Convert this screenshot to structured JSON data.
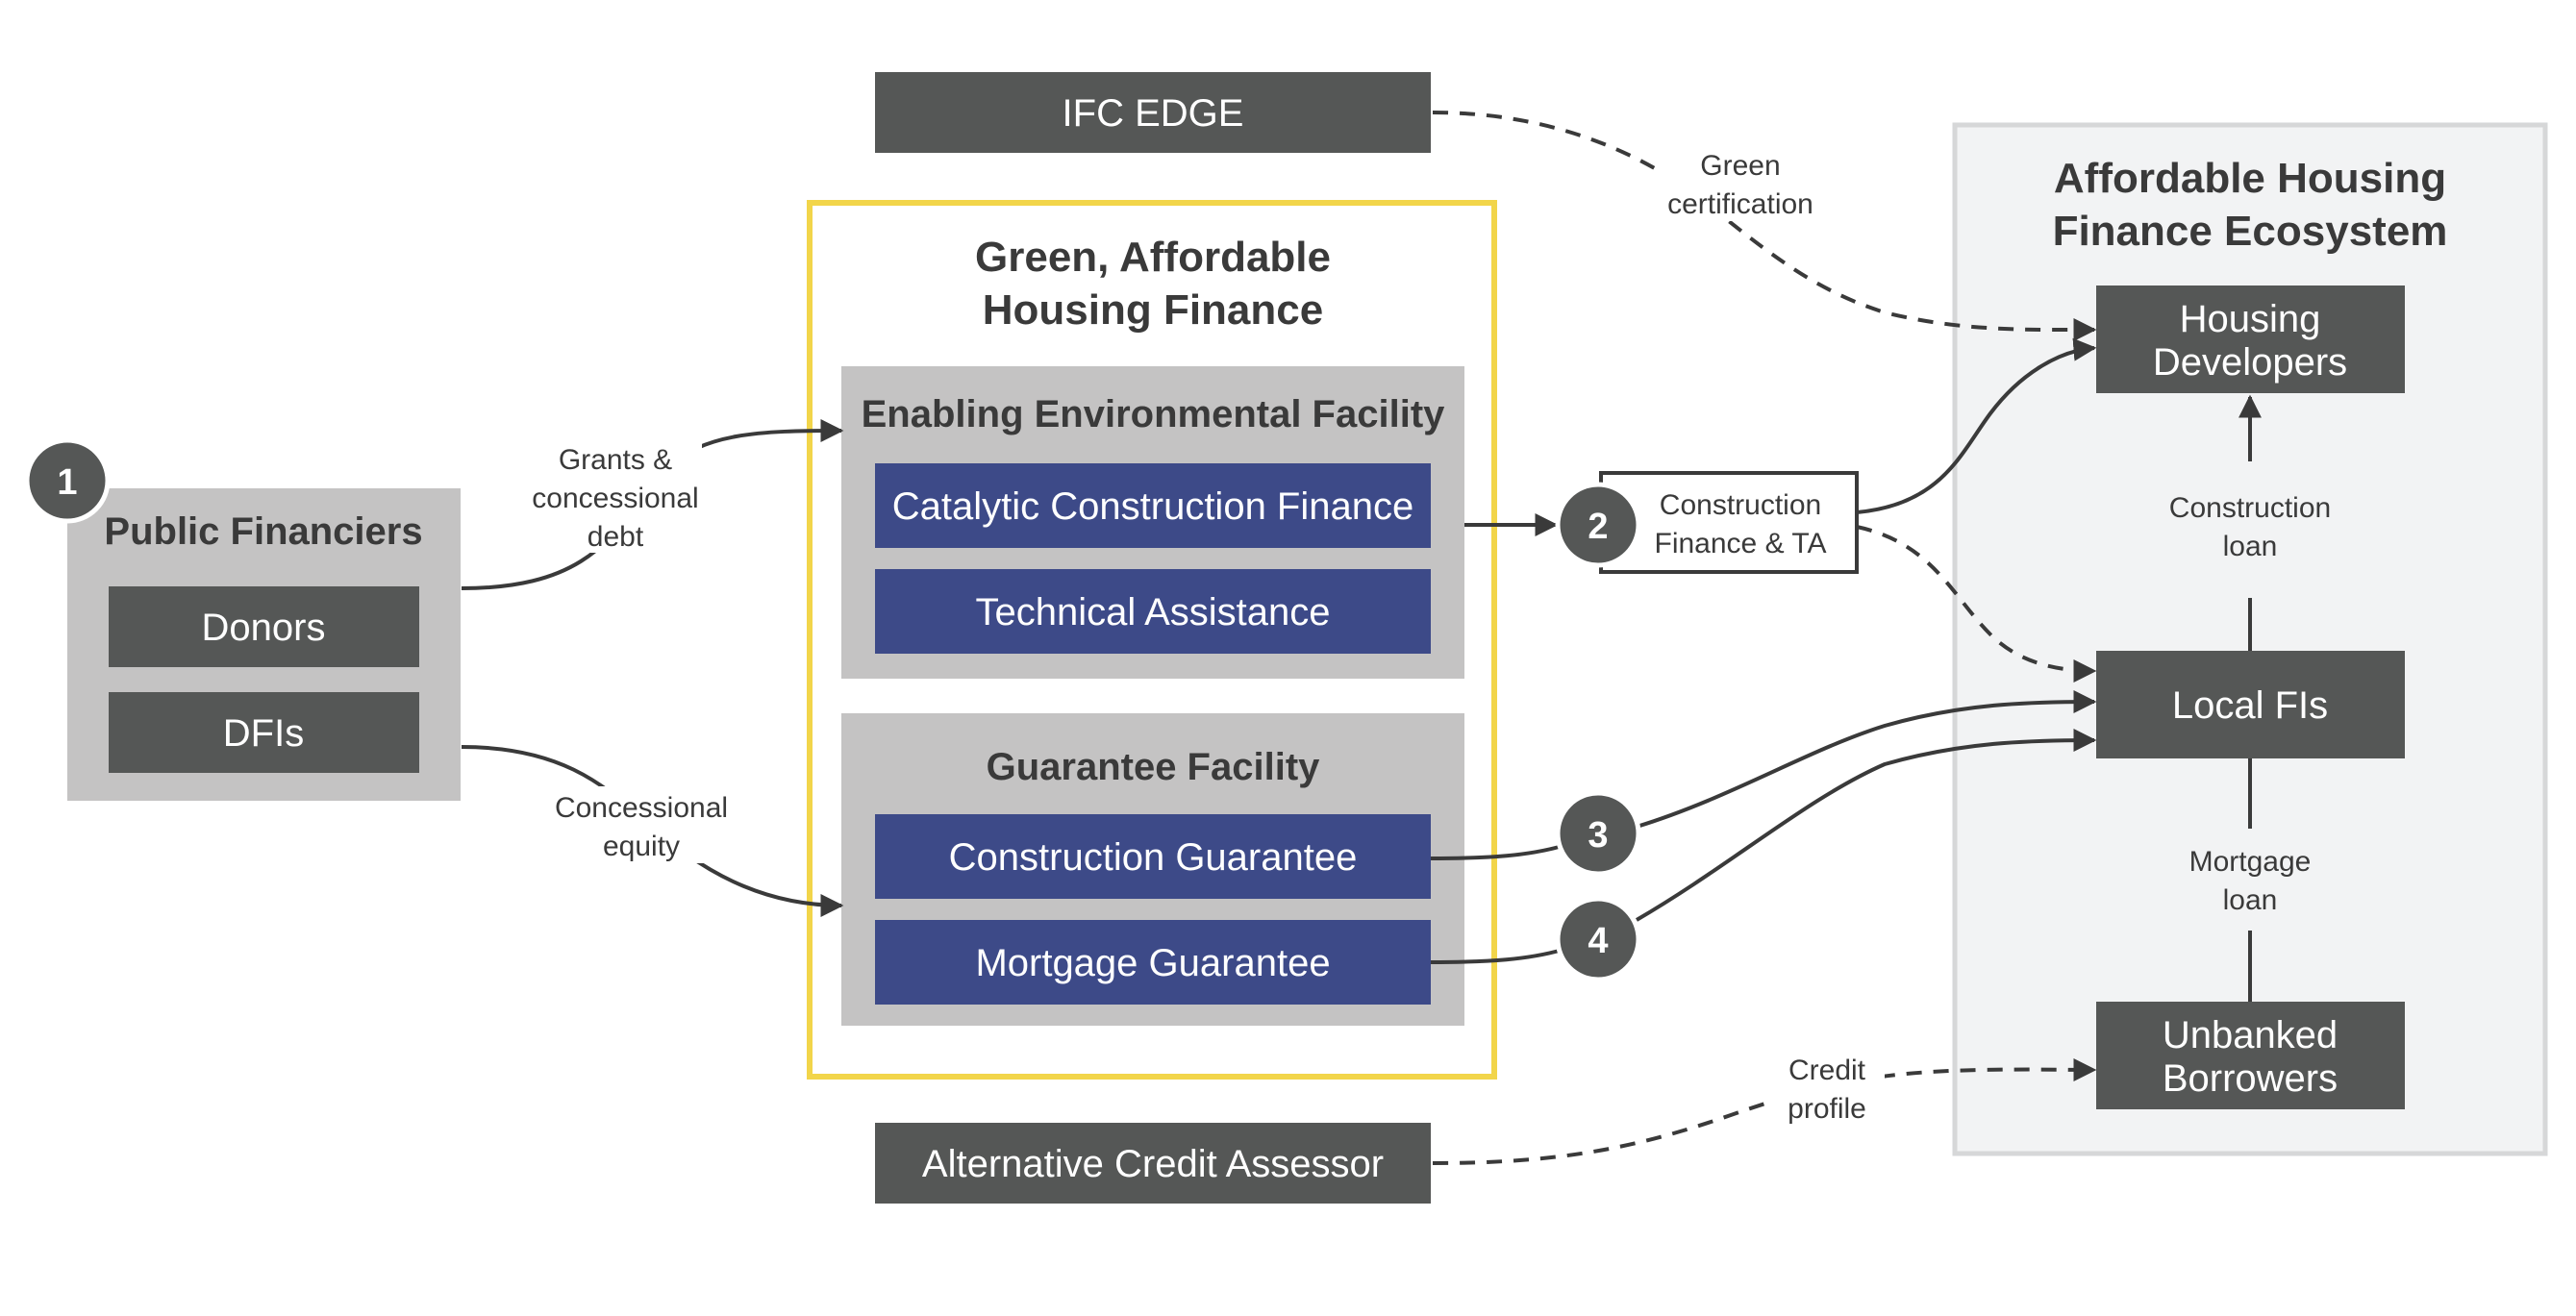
{
  "top_box": {
    "label": "IFC EDGE"
  },
  "bottom_box": {
    "label": "Alternative Credit Assessor"
  },
  "public_financiers": {
    "badge": "1",
    "title": "Public Financiers",
    "items": [
      "Donors",
      "DFIs"
    ]
  },
  "green_housing_finance": {
    "title_line1": "Green, Affordable",
    "title_line2": "Housing Finance",
    "enabling_facility": {
      "title": "Enabling Environmental Facility",
      "items": [
        "Catalytic Construction Finance",
        "Technical Assistance"
      ]
    },
    "guarantee_facility": {
      "title": "Guarantee Facility",
      "items": [
        "Construction Guarantee",
        "Mortgage Guarantee"
      ]
    }
  },
  "ecosystem": {
    "title_line1": "Affordable Housing",
    "title_line2": "Finance Ecosystem",
    "housing_developers": {
      "line1": "Housing",
      "line2": "Developers"
    },
    "local_fis": {
      "label": "Local FIs"
    },
    "unbanked_borrowers": {
      "line1": "Unbanked",
      "line2": "Borrowers"
    }
  },
  "construction_finance_box": {
    "badge": "2",
    "line1": "Construction",
    "line2": "Finance & TA"
  },
  "badges": {
    "three": "3",
    "four": "4"
  },
  "edge_labels": {
    "grants": [
      "Grants &",
      "concessional",
      "debt"
    ],
    "equity": [
      "Concessional",
      "equity"
    ],
    "green_cert": [
      "Green",
      "certification"
    ],
    "construction_loan": [
      "Construction",
      "loan"
    ],
    "mortgage_loan": [
      "Mortgage",
      "loan"
    ],
    "credit_profile": [
      "Credit",
      "profile"
    ]
  },
  "colors": {
    "dark_box": "#555756",
    "blue_box": "#3d4a88",
    "grey_panel": "#c4c3c3",
    "highlight_border": "#f2d54a",
    "ecosystem_bg": "#f2f3f4"
  }
}
